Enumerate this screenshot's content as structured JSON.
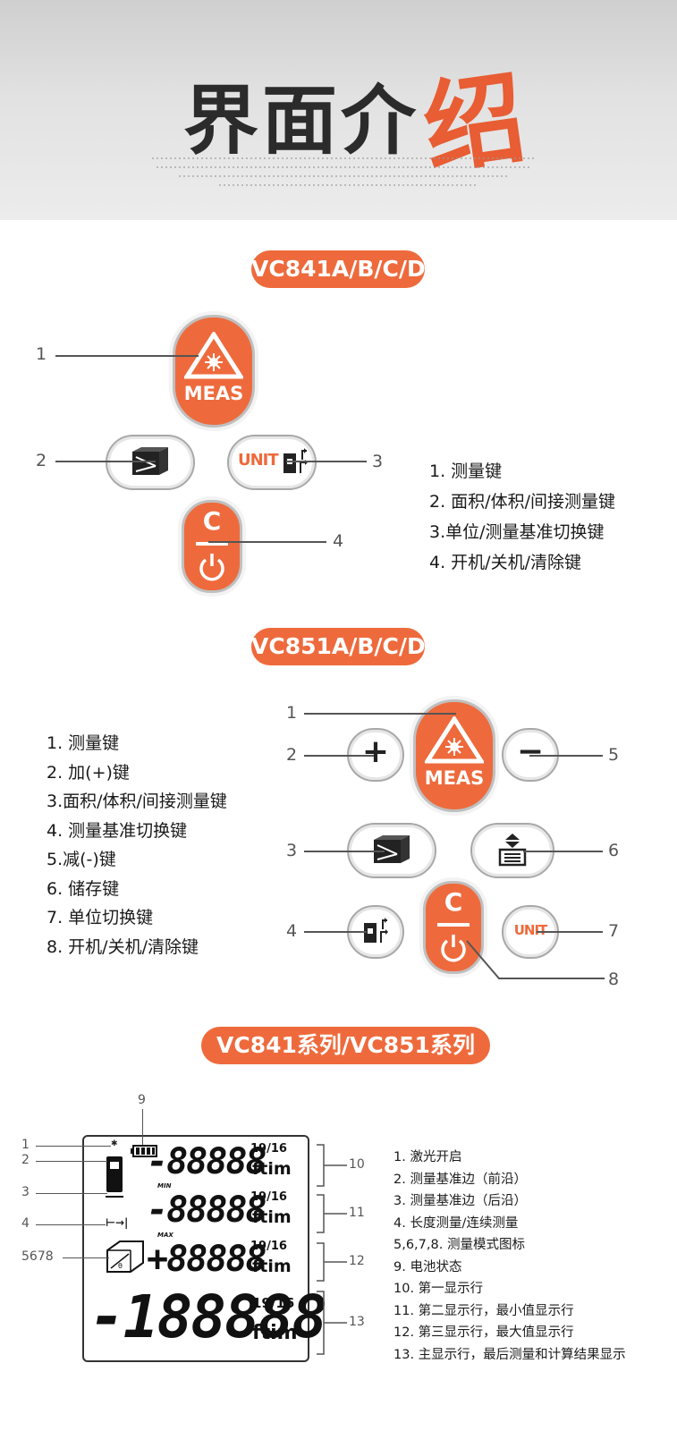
{
  "header": {
    "title_main": "界面介",
    "title_accent": "绍"
  },
  "section1": {
    "pill": "VC841A/B/C/D",
    "btn_meas": "MEAS",
    "btn_unit": "UNIT",
    "btn_clear": "C",
    "callouts": [
      "1",
      "2",
      "3",
      "4"
    ],
    "legend": [
      "1. 测量键",
      "2. 面积/体积/间接测量键",
      "3.单位/测量基准切换键",
      "4. 开机/关机/清除键"
    ]
  },
  "section2": {
    "pill": "VC851A/B/C/D",
    "btn_meas": "MEAS",
    "btn_plus": "+",
    "btn_minus": "−",
    "btn_unit": "UNIT",
    "btn_clear": "C",
    "callouts": [
      "1",
      "2",
      "3",
      "4",
      "5",
      "6",
      "7",
      "8"
    ],
    "legend": [
      "1. 测量键",
      "2. 加(+)键",
      "3.面积/体积/间接测量键",
      "4. 测量基准切换键",
      "5.减(-)键",
      "6. 储存键",
      "7. 单位切换键",
      "8. 开机/关机/清除键"
    ]
  },
  "section3": {
    "pill": "VC841系列/VC851系列",
    "lcd": {
      "row1_value": "-88888",
      "row2_value": "-88888",
      "row3_value": "+88888",
      "main_value": "-188888",
      "unit_ft_in_m": "ftim",
      "fraction": "19/16",
      "min_label": "MIN",
      "max_label": "MAX"
    },
    "callouts_left": [
      "1",
      "2",
      "3",
      "4",
      "5678"
    ],
    "callout_top": "9",
    "callouts_right": [
      "10",
      "11",
      "12",
      "13"
    ],
    "legend": [
      "1. 激光开启",
      "2. 测量基准边（前沿）",
      "3. 测量基准边（后沿）",
      "4.  长度测量/连续测量",
      "5,6,7,8. 测量模式图标",
      "9.  电池状态",
      "10.  第一显示行",
      "11.  第二显示行，最小值显示行",
      "12.  第三显示行，最大值显示行",
      "13.  主显示行，最后测量和计算结果显示"
    ]
  },
  "colors": {
    "accent": "#ee6a3c",
    "dark": "#2b2b2b"
  }
}
